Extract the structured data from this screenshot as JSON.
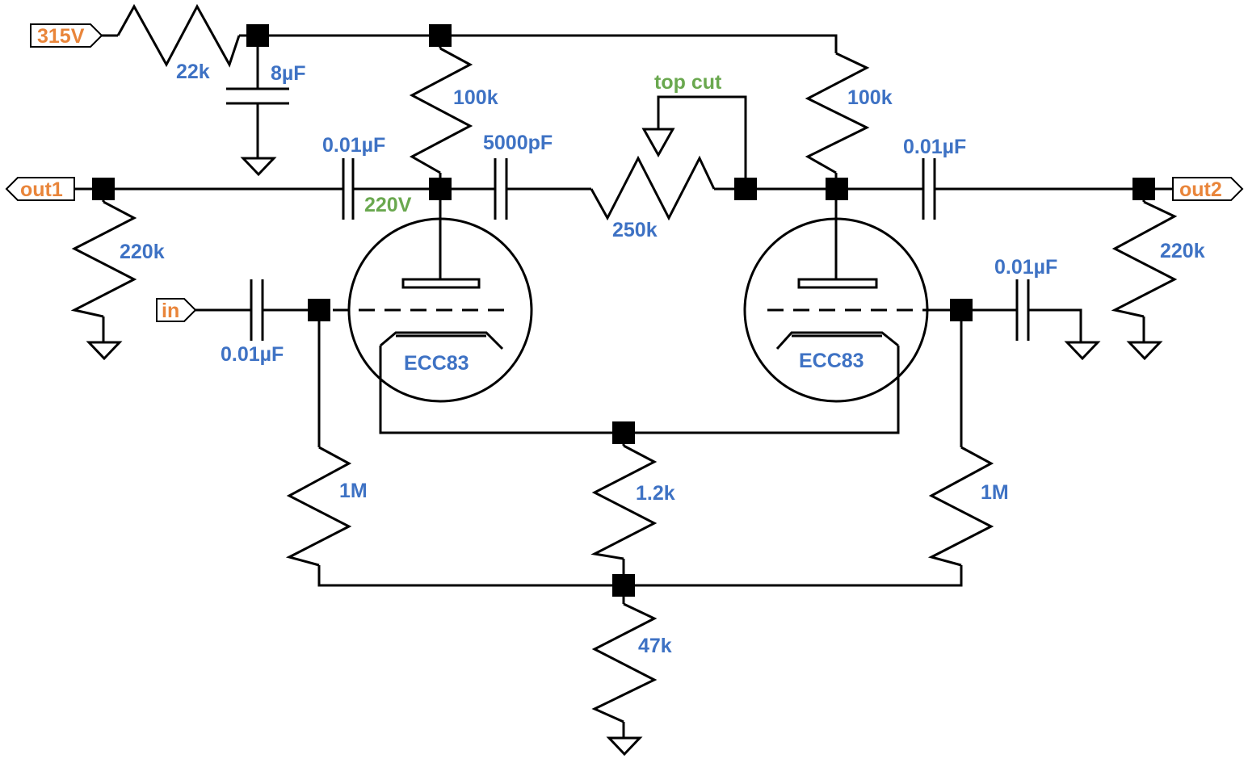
{
  "colors": {
    "component_label": "#3e72c4",
    "annotation": "#6aa84f",
    "port_label": "#e9853a",
    "wire": "#000000"
  },
  "ports": {
    "supply": "315V",
    "output_1": "out1",
    "output_2": "out2",
    "input": "in"
  },
  "annotations": {
    "plate_voltage": "220V",
    "top_cut_control": "top cut"
  },
  "resistors": {
    "dropping": "22k",
    "plate_left": "100k",
    "plate_right": "100k",
    "output_left": "220k",
    "output_right": "220k",
    "top_cut_pot": "250k",
    "grid_left": "1M",
    "grid_right": "1M",
    "cathode": "1.2k",
    "tail": "47k"
  },
  "capacitors": {
    "filter": "8µF",
    "coupling_out1": "0.01µF",
    "top_cut": "5000pF",
    "coupling_out2": "0.01µF",
    "input": "0.01µF",
    "grid_bypass": "0.01µF"
  },
  "tubes": {
    "left": "ECC83",
    "right": "ECC83"
  }
}
